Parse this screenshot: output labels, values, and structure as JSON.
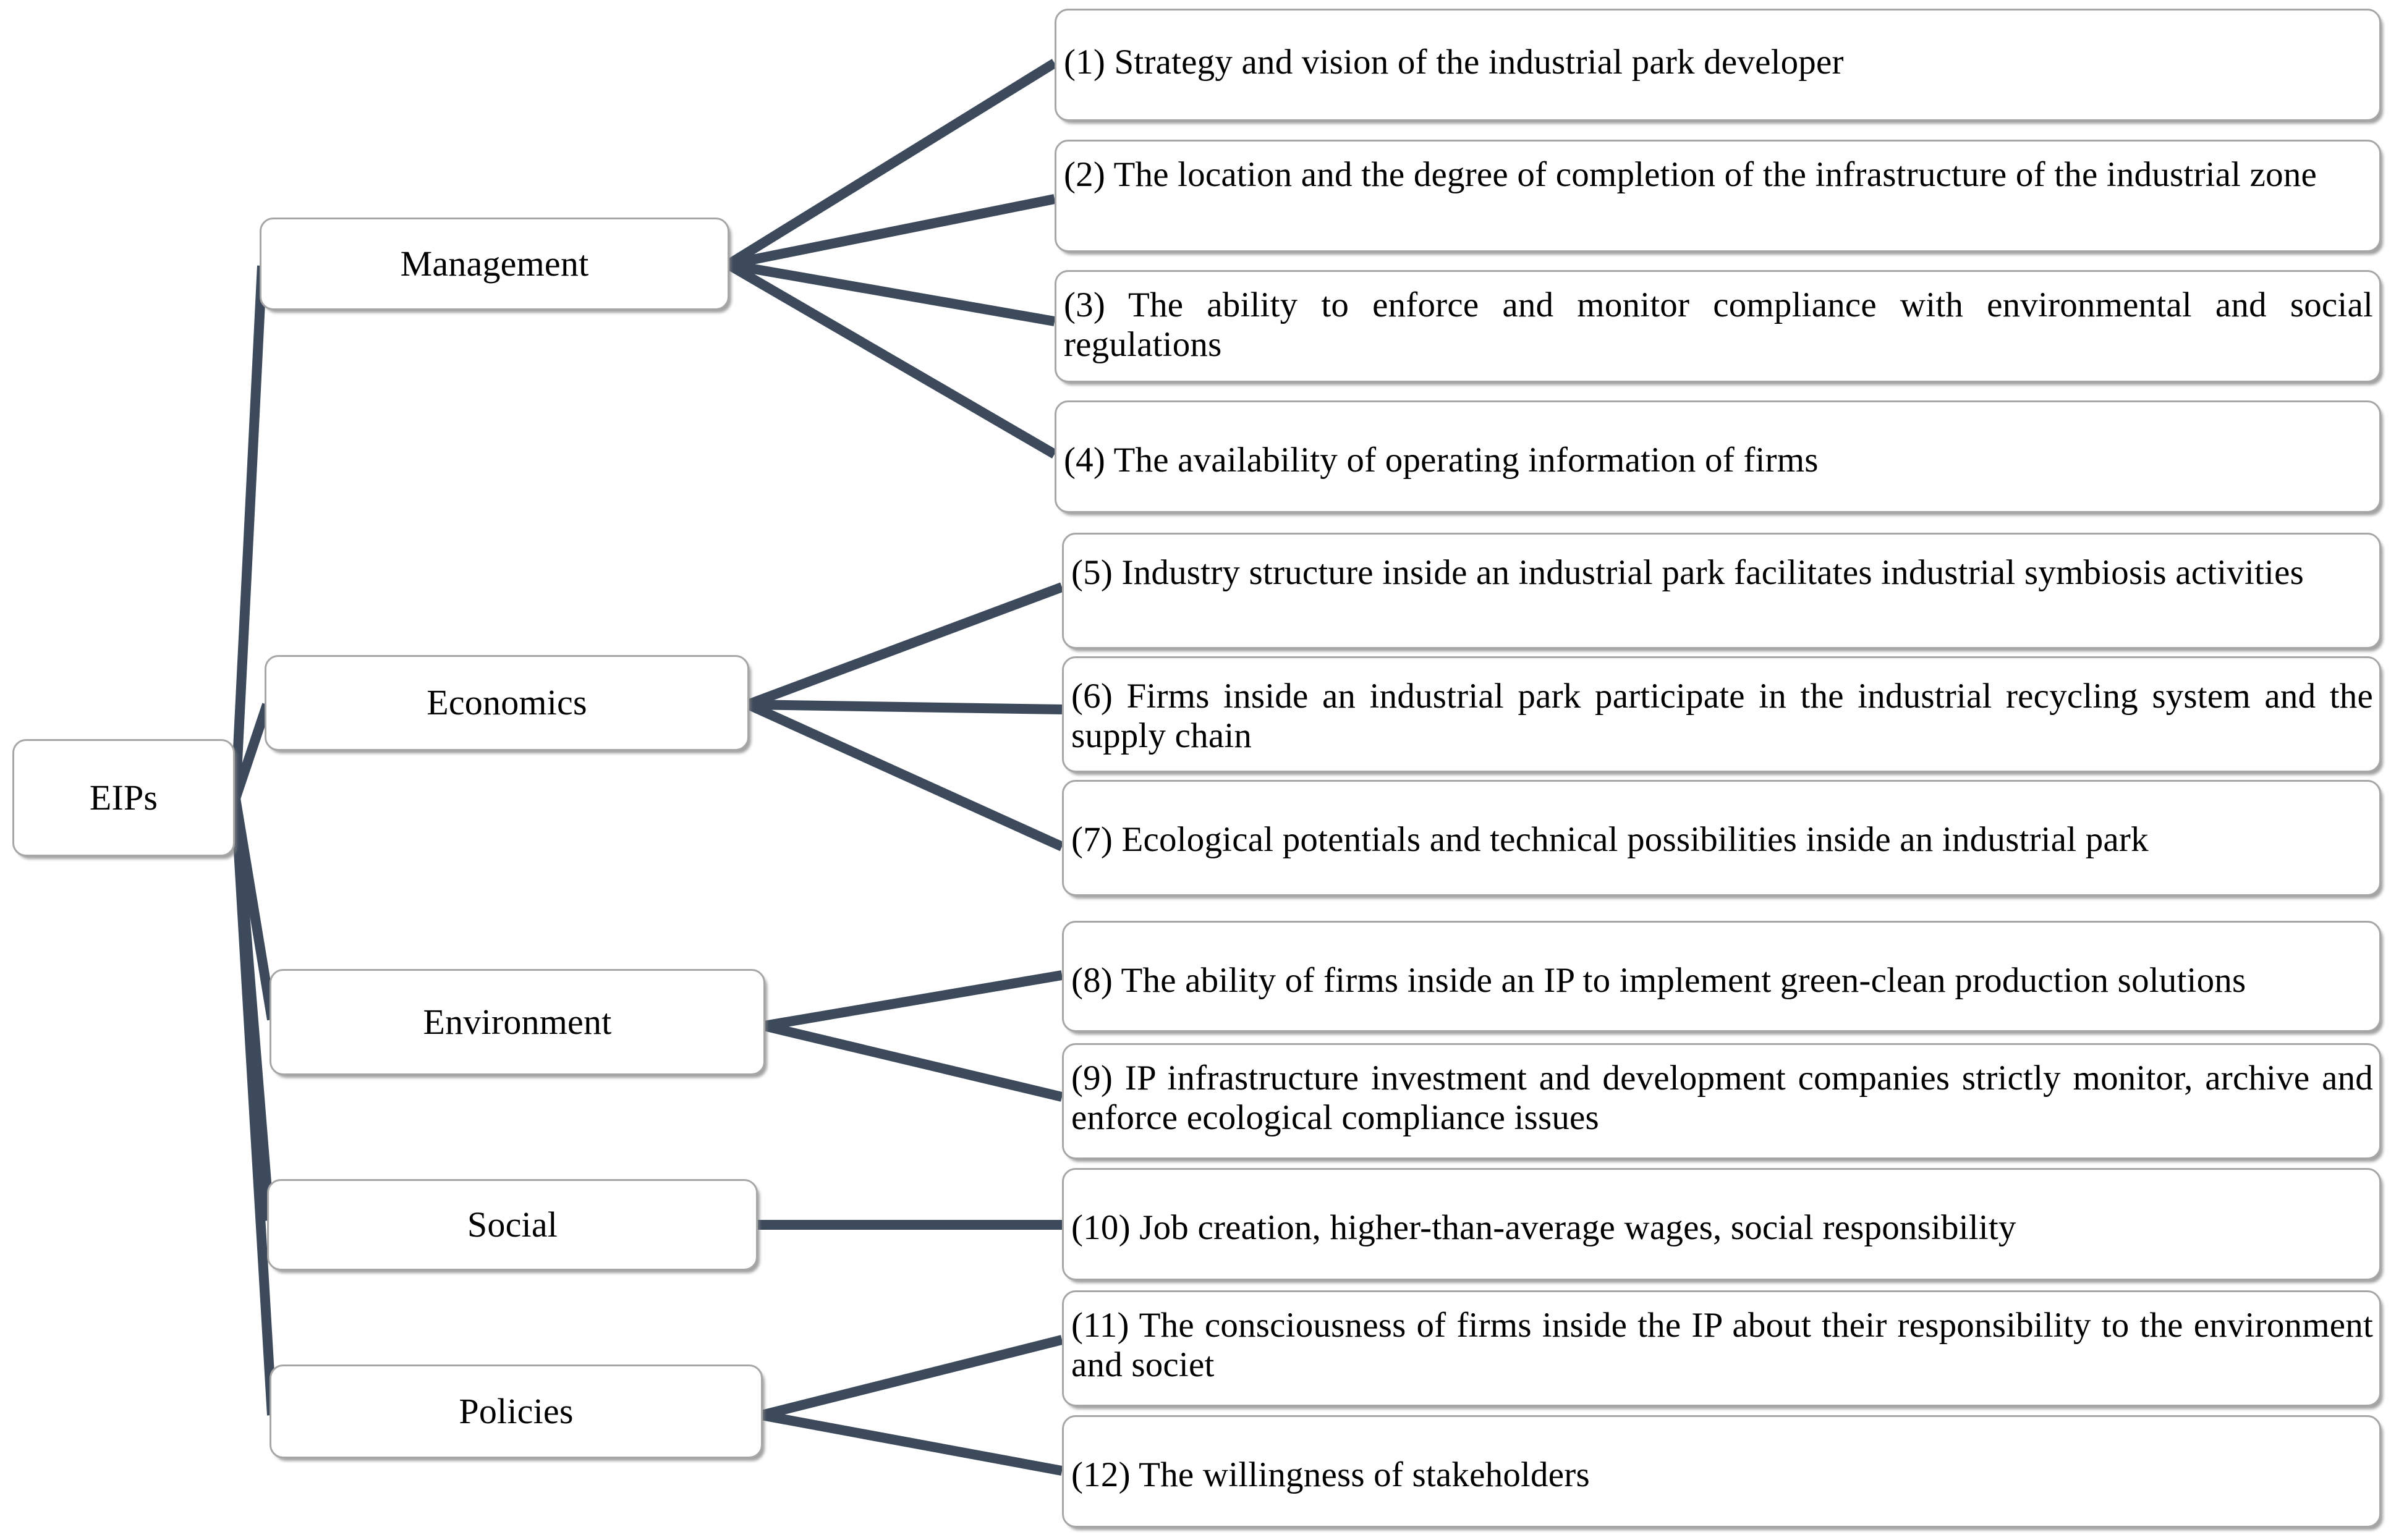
{
  "diagram": {
    "root": {
      "label": "EIPs"
    },
    "categories": [
      {
        "label": "Management"
      },
      {
        "label": "Economics"
      },
      {
        "label": "Environment"
      },
      {
        "label": "Social"
      },
      {
        "label": "Policies"
      }
    ],
    "criteria": [
      {
        "label": "(1) Strategy and vision of the industrial park developer"
      },
      {
        "label": "(2) The location and the degree of completion of the infrastructure of the industrial zone"
      },
      {
        "label": "(3) The ability to enforce and monitor compliance with environmental and social regulations"
      },
      {
        "label": "(4) The availability of operating information of firms"
      },
      {
        "label": "(5) Industry structure inside an industrial park facilitates industrial symbiosis activities"
      },
      {
        "label": "(6) Firms inside an industrial park participate in the industrial recycling system and the supply chain"
      },
      {
        "label": "(7) Ecological potentials and technical possibilities inside an industrial park"
      },
      {
        "label": "(8) The ability of firms inside an IP to implement green-clean production solutions"
      },
      {
        "label": "(9) IP infrastructure investment and development companies strictly monitor, archive and enforce ecological compliance issues"
      },
      {
        "label": "(10) Job creation, higher-than-average wages, social responsibility"
      },
      {
        "label": "(11) The consciousness of firms inside the IP about their responsibility to the environment and societ"
      },
      {
        "label": "(12) The willingness of stakeholders"
      }
    ],
    "colors": {
      "connector": "#3d4a5c",
      "node_border": "#a6a6a6",
      "node_fill": "#ffffff",
      "text": "#000000"
    }
  }
}
